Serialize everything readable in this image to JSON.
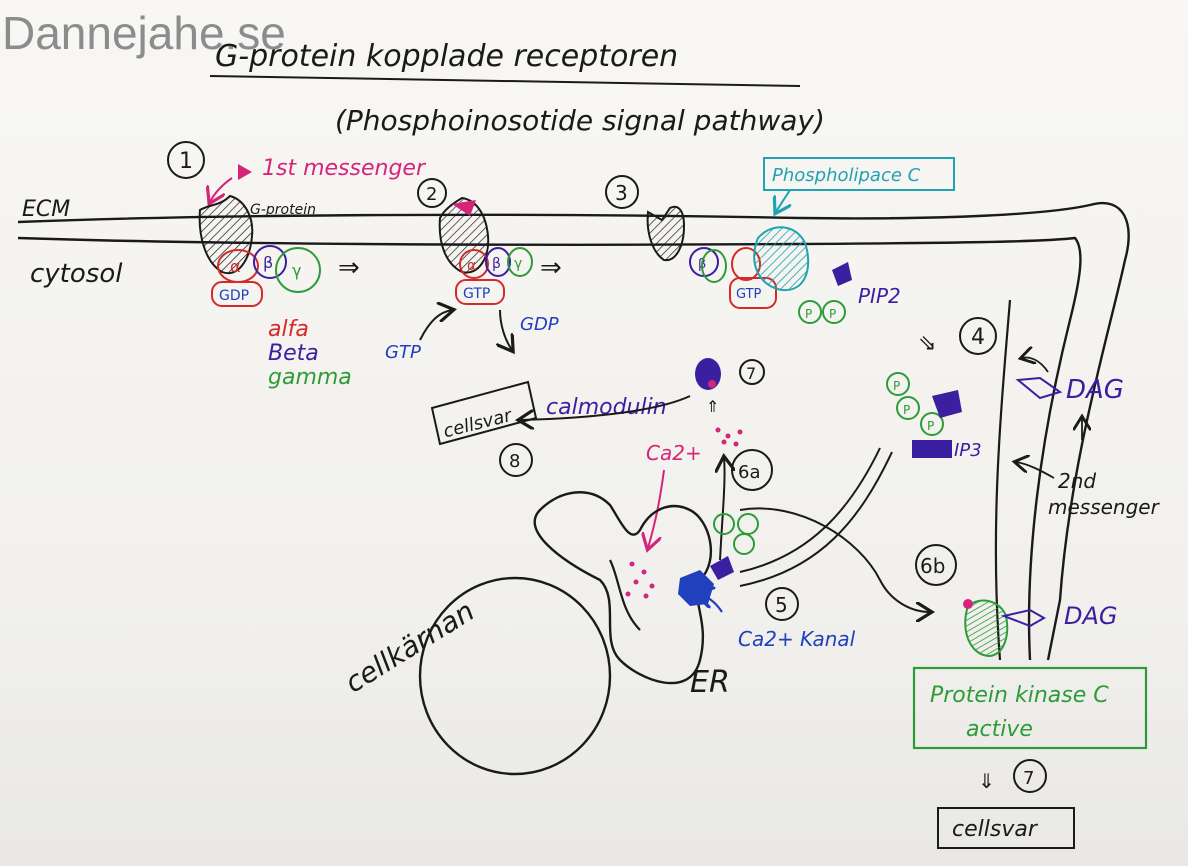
{
  "watermark": "Dannejahe.se",
  "title": "G-protein kopplade receptoren",
  "subtitle": "(Phosphoinosotide signal pathway)",
  "labels": {
    "ecm": "ECM",
    "cytosol": "cytosol",
    "g_protein": "G-protein",
    "first_messenger": "1st messenger",
    "phospholipace": "Phospholipace C",
    "pip2": "PIP2",
    "alfa": "alfa",
    "beta": "Beta",
    "gamma": "gamma",
    "gtp_in": "GTP",
    "gdp_out": "GDP",
    "gdp_chip": "GDP",
    "gtp_chip": "GTP",
    "gtp_chip3": "GTP",
    "calmodulin": "calmodulin",
    "cellsvar1": "cellsvar",
    "cellsvar2": "cellsvar",
    "ca2_top": "Ca2+",
    "ca2_kanal": "Ca2+ Kanal",
    "ip3": "IP3",
    "dag1": "DAG",
    "dag2": "DAG",
    "second_messenger_1": "2nd",
    "second_messenger_2": "messenger",
    "cellkarnan": "cellkärnan",
    "er": "ER",
    "pkc_1": "Protein kinase C",
    "pkc_2": "active",
    "p": "P"
  },
  "steps": [
    "1",
    "2",
    "3",
    "4",
    "5",
    "6a",
    "6b",
    "7",
    "7",
    "8"
  ],
  "colors": {
    "ink": "#1a1a1a",
    "magenta": "#d6247a",
    "teal": "#1fa3b2",
    "green": "#2e9b3a",
    "purple": "#3a1fa0",
    "red": "#d62a2a",
    "blue": "#2040c0"
  }
}
